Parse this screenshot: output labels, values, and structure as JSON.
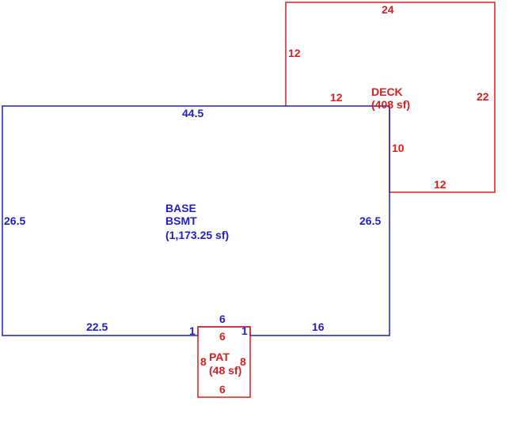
{
  "colors": {
    "base": "#1f1fbf",
    "addon": "#d42020",
    "background": "#ffffff"
  },
  "base": {
    "name_line1": "BASE",
    "name_line2": "BSMT",
    "area": "(1,173.25 sf)",
    "dims": {
      "top": "44.5",
      "left": "26.5",
      "right": "26.5",
      "bottom_left": "22.5",
      "bottom_right": "16",
      "notch_top": "6",
      "notch_left": "1",
      "notch_right": "1"
    }
  },
  "deck": {
    "name": "DECK",
    "area": "(408 sf)",
    "dims": {
      "top": "24",
      "left_upper": "12",
      "bottom_left_inner": "12",
      "right": "22",
      "inner_vertical": "10",
      "bottom": "12"
    }
  },
  "patio": {
    "name": "PAT",
    "area": "(48 sf)",
    "dims": {
      "top": "6",
      "bottom": "6",
      "left": "8",
      "right": "8"
    }
  }
}
